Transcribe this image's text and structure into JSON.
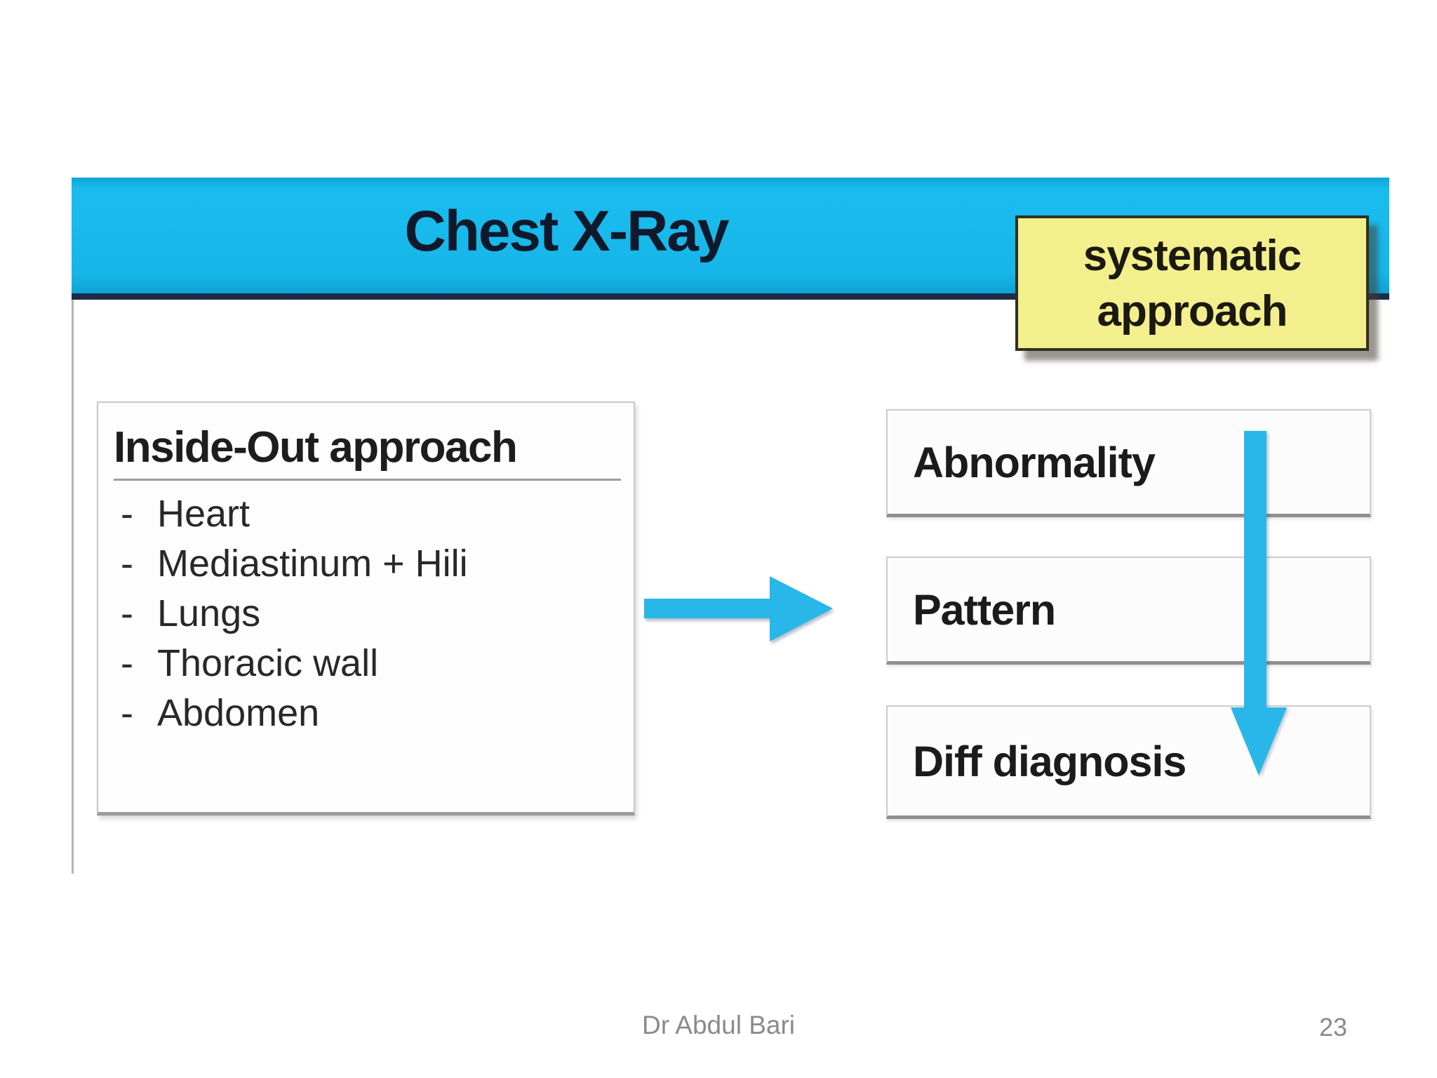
{
  "slide": {
    "header": {
      "title": "Chest X-Ray"
    },
    "note": {
      "line1": "systematic",
      "line2": "approach"
    },
    "left_panel": {
      "heading": "Inside-Out approach",
      "bullet": "-",
      "items": [
        "Heart",
        "Mediastinum + Hili",
        "Lungs",
        "Thoracic wall",
        "Abdomen"
      ]
    },
    "flow": {
      "steps": [
        "Abnormality",
        "Pattern",
        "Diff diagnosis"
      ]
    },
    "footer": {
      "author": "Dr Abdul Bari",
      "page": "23"
    },
    "colors": {
      "header_cyan": "#17b6e9",
      "header_border_navy": "#1d2c48",
      "note_yellow": "#f4ef8d",
      "arrow_cyan": "#29b6e8",
      "box_border_gray": "#cdcdcd",
      "text_dark": "#1b1b1b",
      "footer_gray": "#8a8a8a"
    }
  }
}
